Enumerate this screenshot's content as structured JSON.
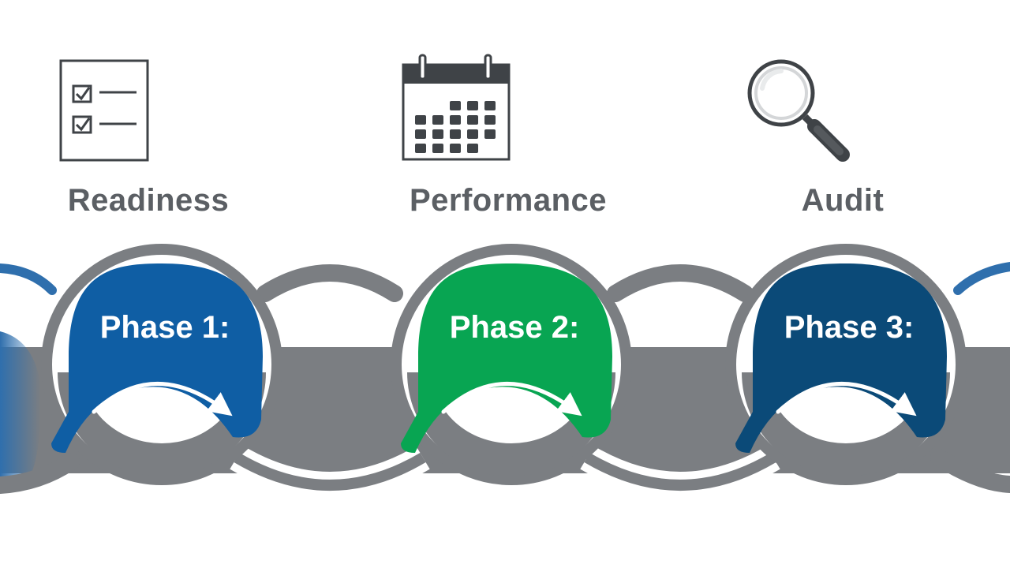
{
  "stages": [
    {
      "title": "Readiness",
      "icon": "checklist-icon",
      "phase_label": "Phase 1:",
      "color": "#0f5ea4"
    },
    {
      "title": "Performance",
      "icon": "calendar-icon",
      "phase_label": "Phase 2:",
      "color": "#08a552"
    },
    {
      "title": "Audit",
      "icon": "magnifier-icon",
      "phase_label": "Phase 3:",
      "color": "#0b4a78"
    }
  ],
  "colors": {
    "chain_gray": "#7b7e82",
    "title_gray": "#5b5f64",
    "edge_blue": "#2f6fad",
    "background": "#ffffff"
  }
}
